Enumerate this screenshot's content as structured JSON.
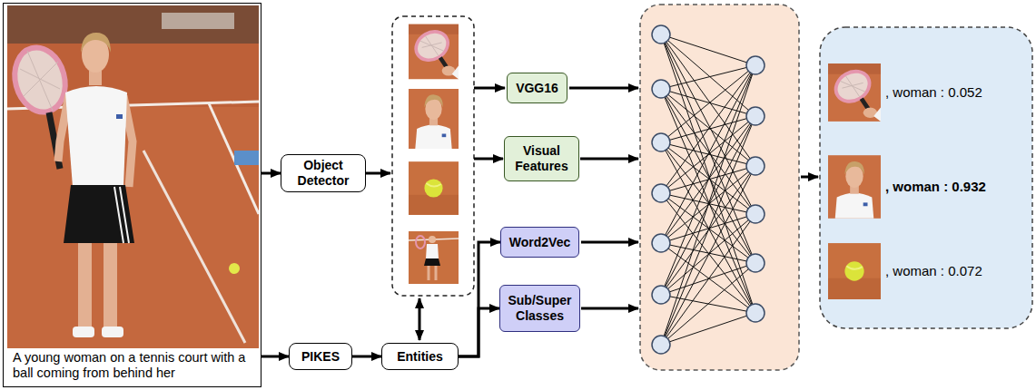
{
  "diagram": {
    "nodes": [
      {
        "text": [
          "A young woman on a tennis court with a ball coming from behind her"
        ]
      },
      {
        "text": [
          "Object Detector"
        ]
      },
      {
        "text": [
          "VGG16"
        ]
      },
      {
        "text": [
          "Visual Features"
        ]
      },
      {
        "text": [
          "Word2Vec"
        ]
      },
      {
        "text": [
          "Sub/Super Classes"
        ]
      },
      {
        "text": [
          "PIKES"
        ]
      },
      {
        "text": [
          "Entities"
        ]
      }
    ],
    "edges": [
      {
        "from": 0,
        "to": 1,
        "arrow": "to"
      },
      {
        "from": 0,
        "to": 6,
        "arrow": "to"
      },
      {
        "from": 6,
        "to": 7,
        "arrow": "to"
      },
      {
        "from": 7,
        "to": 4,
        "arrow": "to"
      },
      {
        "from": 7,
        "to": 5,
        "arrow": "to"
      }
    ],
    "labels": [
      ", woman : 0.052",
      ", woman : 0.932",
      ", woman : 0.072"
    ]
  }
}
